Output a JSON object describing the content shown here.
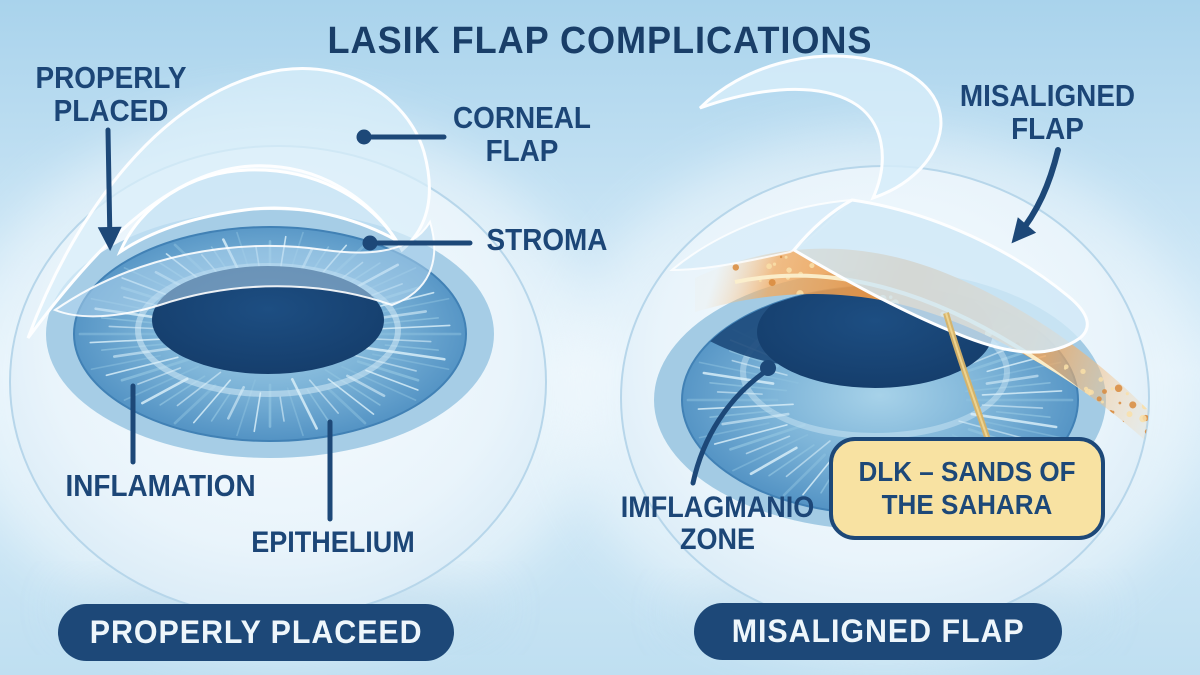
{
  "title": "LASIK FLAP COMPLICATIONS",
  "colors": {
    "background": "#b5dbf0",
    "navy": "#1d4878",
    "label_text": "#1c4677",
    "banner_bg": "#1d4878",
    "banner_text": "#eef6fb",
    "box_bg": "#f8e2a2",
    "box_border": "#1d4878",
    "dlk_orange": "#e78f3c",
    "iris_blue": "#6aaacd",
    "pupil_navy": "#153e6c",
    "flap_tint": "#d6ecf8",
    "connector_sand": "#d7b266"
  },
  "panels": {
    "left": {
      "heading": "PROPERLY PLACED",
      "labels": {
        "corneal_flap": "CORNEAL FLAP",
        "stroma": "STROMA",
        "inflamation": "INFLAMATION",
        "epithelium": "EPITHELIUM"
      },
      "banner": "PROPERLY PLACEED"
    },
    "right": {
      "heading": "MISALIGNED FLAP",
      "labels": {
        "inflammation_zone": "IMFLAGMANIO ZONE",
        "dlk": "DLK – SANDS OF THE SAHARA"
      },
      "banner": "MISALIGNED FLAP"
    }
  }
}
